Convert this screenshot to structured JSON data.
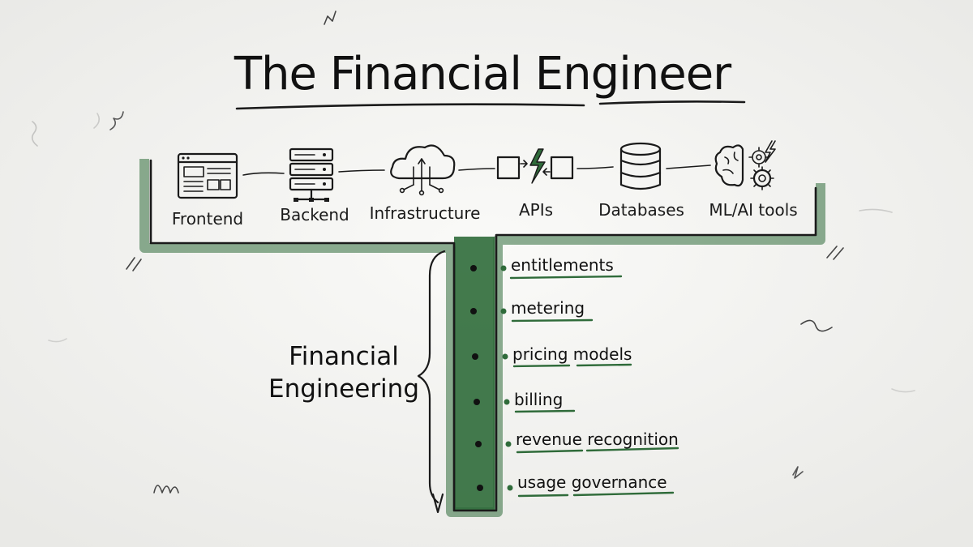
{
  "title": "The Financial Engineer",
  "accent_color": "#2f6b3a",
  "capabilities": [
    {
      "label": "Frontend",
      "icon": "browser-window-icon"
    },
    {
      "label": "Backend",
      "icon": "server-rack-icon"
    },
    {
      "label": "Infrastructure",
      "icon": "cloud-network-icon"
    },
    {
      "label": "APIs",
      "icon": "api-lightning-icon"
    },
    {
      "label": "Databases",
      "icon": "database-icon"
    },
    {
      "label": "ML/AI tools",
      "icon": "brain-gears-icon"
    }
  ],
  "bracket_label": [
    "Financial",
    "Engineering"
  ],
  "depth_items": [
    "entitlements",
    "metering",
    "pricing models",
    "billing",
    "revenue recognition",
    "usage governance"
  ]
}
